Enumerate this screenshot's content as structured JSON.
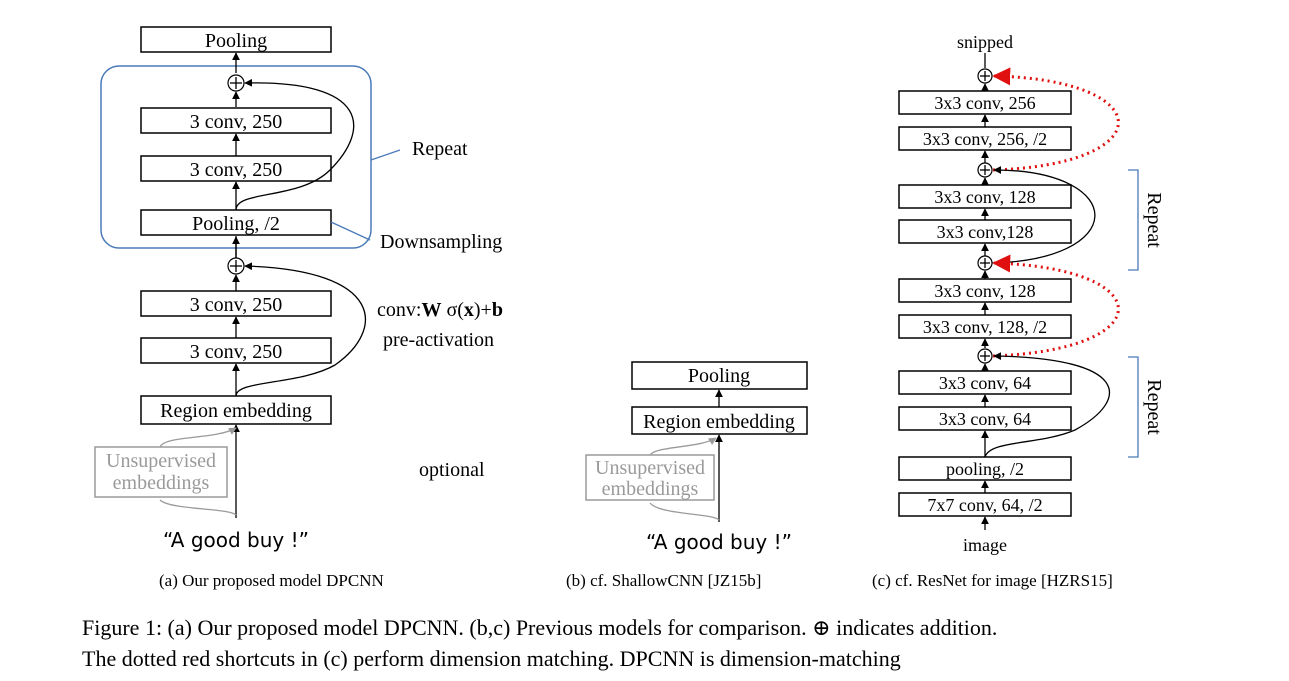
{
  "panel_a": {
    "top_pooling": "Pooling",
    "block_conv_1": "3 conv, 250",
    "block_conv_2": "3 conv, 250",
    "block_pool": "Pooling, /2",
    "lower_conv_1": "3 conv, 250",
    "lower_conv_2": "3 conv, 250",
    "region_embedding": "Region embedding",
    "unsupervised_1": "Unsupervised",
    "unsupervised_2": "embeddings",
    "input_text": "“A good buy !”",
    "repeat_label": "Repeat",
    "downsampling_label": "Downsampling",
    "conv_formula_prefix": "conv:",
    "conv_formula_W": "W",
    "conv_formula_sigma": " σ(",
    "conv_formula_x": "x",
    "conv_formula_plus": ")+",
    "conv_formula_b": "b",
    "preactivation_label": "pre-activation",
    "optional_label": "optional",
    "caption": "(a)  Our proposed model DPCNN"
  },
  "panel_b": {
    "pooling": "Pooling",
    "region_embedding": "Region embedding",
    "unsupervised_1": "Unsupervised",
    "unsupervised_2": "embeddings",
    "input_text": "“A good buy !”",
    "caption": "(b)  cf. ShallowCNN [JZ15b]"
  },
  "panel_c": {
    "snipped": "snipped",
    "conv_256": "3x3 conv, 256",
    "conv_256_half": "3x3 conv, 256, /2",
    "conv_128_a": "3x3 conv, 128",
    "conv_128_b": "3x3 conv,128",
    "conv_128_c": "3x3 conv, 128",
    "conv_128_half": "3x3 conv, 128, /2",
    "conv_64_a": "3x3 conv, 64",
    "conv_64_b": "3x3 conv, 64",
    "pooling_half": "pooling, /2",
    "conv_7x7": "7x7 conv, 64, /2",
    "image": "image",
    "repeat_upper": "Repeat",
    "repeat_lower": "Repeat",
    "caption": "(c)  cf. ResNet for image [HZRS15]"
  },
  "figure_caption": {
    "line1_prefix": "Figure 1:  (a) Our proposed model DPCNN. (b,c) Previous models for comparison.  ",
    "line1_symbol": "⊕",
    "line1_suffix": " indicates addition.",
    "line2": "The dotted red shortcuts in (c) perform dimension matching. DPCNN is dimension-matching"
  },
  "colors": {
    "repeat_box": "#4a7ab8",
    "dotted_shortcut": "#e01010",
    "optional_gray": "#9a9a9a"
  }
}
